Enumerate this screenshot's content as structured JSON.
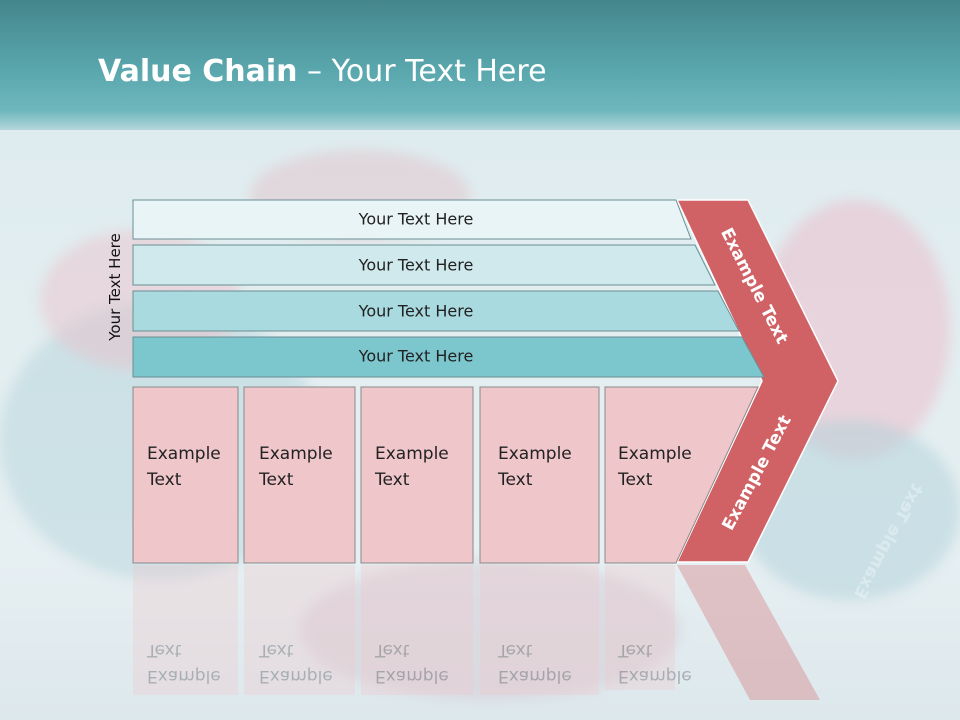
{
  "slide": {
    "title_bold": "Value Chain",
    "title_rest": " – Your Text Here",
    "side_label": "Your Text Here"
  },
  "support_rows": [
    {
      "label": "Your Text Here",
      "color": "#e8f4f6"
    },
    {
      "label": "Your Text Here",
      "color": "#cfe9ec"
    },
    {
      "label": "Your Text Here",
      "color": "#a9dadf"
    },
    {
      "label": "Your Text Here",
      "color": "#7cc6cd"
    }
  ],
  "primary_boxes": [
    {
      "line1": "Example",
      "line2": "Text"
    },
    {
      "line1": "Example",
      "line2": "Text"
    },
    {
      "line1": "Example",
      "line2": "Text"
    },
    {
      "line1": "Example",
      "line2": "Text"
    },
    {
      "line1": "Example",
      "line2": "Text"
    }
  ],
  "margin": {
    "upper_label": "Example Text",
    "lower_label": "Example Text",
    "color": "#d06266"
  }
}
